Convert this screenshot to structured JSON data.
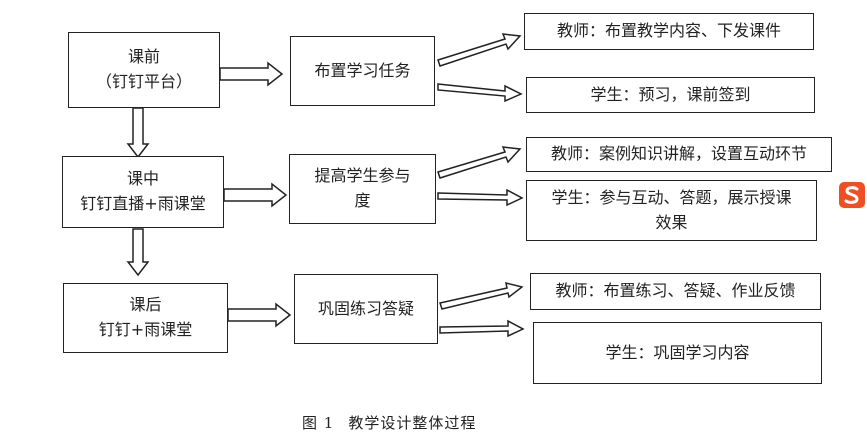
{
  "stages": [
    {
      "line1": "课前",
      "line2": "（钉钉平台）"
    },
    {
      "line1": "课中",
      "line2": "钉钉直播+雨课堂"
    },
    {
      "line1": "课后",
      "line2": "钉钉+雨课堂"
    }
  ],
  "tasks": [
    {
      "line1": "布置学习任务",
      "line2": ""
    },
    {
      "line1": "提高学生参与",
      "line2": "度"
    },
    {
      "line1": "巩固练习答疑",
      "line2": ""
    }
  ],
  "roles": [
    {
      "line1": "教师：布置教学内容、下发课件",
      "line2": ""
    },
    {
      "line1": "学生：预习，课前签到",
      "line2": ""
    },
    {
      "line1": "教师：案例知识讲解，设置互动环节",
      "line2": ""
    },
    {
      "line1": "学生：参与互动、答题，展示授课",
      "line2": "效果"
    },
    {
      "line1": "教师：布置练习、答疑、作业反馈",
      "line2": ""
    },
    {
      "line1": "学生：巩固学习内容",
      "line2": ""
    }
  ],
  "caption": {
    "label": "图 1",
    "text": "教学设计整体过程"
  },
  "logo": {
    "icon": "sogou-s-logo",
    "color": "#f04e23"
  }
}
